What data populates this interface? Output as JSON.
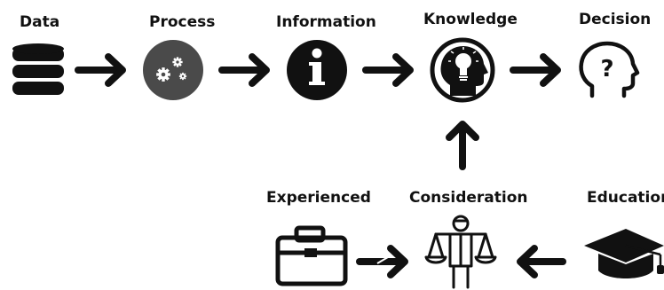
{
  "nodes": {
    "data": {
      "label": "Data",
      "icon": "database-icon"
    },
    "process": {
      "label": "Process",
      "icon": "gears-icon"
    },
    "information": {
      "label": "Information",
      "icon": "info-icon"
    },
    "knowledge": {
      "label": "Knowledge",
      "icon": "head-lightbulb-icon"
    },
    "decision": {
      "label": "Decision",
      "icon": "head-question-icon"
    },
    "experienced": {
      "label": "Experienced",
      "icon": "briefcase-icon"
    },
    "consideration": {
      "label": "Consideration",
      "icon": "businessman-scales-icon"
    },
    "education": {
      "label": "Education",
      "icon": "graduation-cap-icon"
    }
  },
  "edges": [
    {
      "from": "Data",
      "to": "Process"
    },
    {
      "from": "Process",
      "to": "Information"
    },
    {
      "from": "Information",
      "to": "Knowledge"
    },
    {
      "from": "Knowledge",
      "to": "Decision"
    },
    {
      "from": "Consideration",
      "to": "Knowledge"
    },
    {
      "from": "Experienced",
      "to": "Consideration"
    },
    {
      "from": "Education",
      "to": "Consideration"
    }
  ],
  "colors": {
    "ink": "#111111",
    "process_circle": "#4a4a4a",
    "background": "#ffffff"
  }
}
